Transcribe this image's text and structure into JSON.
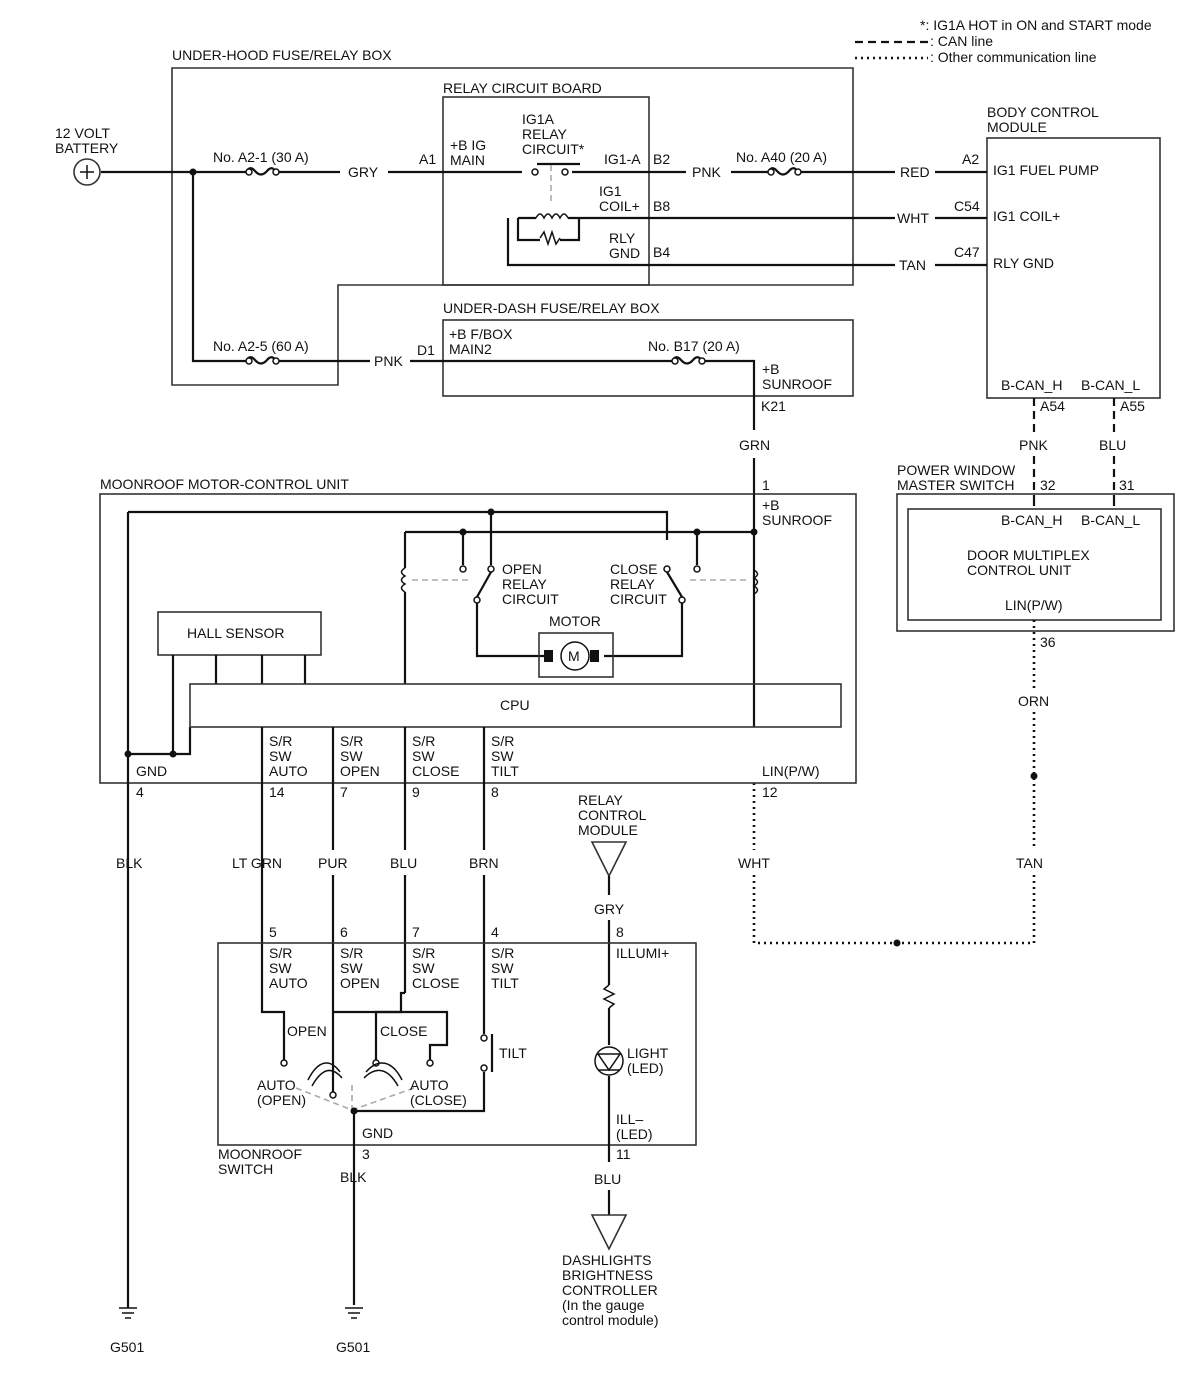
{
  "legend": {
    "ig1a_note": "*: IG1A HOT in ON and START mode",
    "can_line": ": CAN line",
    "other_line": ": Other communication line"
  },
  "battery": {
    "line1": "12 VOLT",
    "line2": "BATTERY"
  },
  "underhood": {
    "title": "UNDER-HOOD FUSE/RELAY BOX",
    "fuse_a2_1": "No. A2-1 (30 A)",
    "fuse_a2_5": "No. A2-5 (60 A)",
    "fuse_a40": "No. A40 (20 A)"
  },
  "relay_board": {
    "title": "RELAY CIRCUIT BOARD",
    "b_ig_main_1": "+B IG",
    "b_ig_main_2": "MAIN",
    "relay_1": "IG1A",
    "relay_2": "RELAY",
    "relay_3": "CIRCUIT*",
    "ig1a": "IG1-A",
    "ig1_coil_1": "IG1",
    "ig1_coil_2": "COIL+",
    "rly_gnd_1": "RLY",
    "rly_gnd_2": "GND",
    "pin_a1": "A1",
    "pin_b2": "B2",
    "pin_b8": "B8",
    "pin_b4": "B4"
  },
  "bcm": {
    "title1": "BODY CONTROL",
    "title2": "MODULE",
    "ig1_fuel_pump": "IG1 FUEL PUMP",
    "ig1_coil": "IG1 COIL+",
    "rly_gnd": "RLY GND",
    "pin_a2": "A2",
    "pin_c54": "C54",
    "pin_c47": "C47",
    "bcan_h": "B-CAN_H",
    "bcan_l": "B-CAN_L",
    "pin_a54": "A54",
    "pin_a55": "A55"
  },
  "underdash": {
    "title": "UNDER-DASH FUSE/RELAY BOX",
    "main2_1": "+B F/BOX",
    "main2_2": "MAIN2",
    "fuse_b17": "No. B17 (20 A)",
    "sunroof_1": "+B",
    "sunroof_2": "SUNROOF",
    "pin_d1": "D1",
    "pin_k21": "K21"
  },
  "wires": {
    "gry1": "GRY",
    "pnk1": "PNK",
    "red": "RED",
    "wht1": "WHT",
    "tan1": "TAN",
    "pnk2": "PNK",
    "grn": "GRN",
    "pnk3": "PNK",
    "blu1": "BLU",
    "orn": "ORN",
    "blk1": "BLK",
    "ltgrn": "LT GRN",
    "pur": "PUR",
    "blu2": "BLU",
    "brn": "BRN",
    "wht2": "WHT",
    "tan2": "TAN",
    "gry2": "GRY",
    "blk2": "BLK",
    "blu3": "BLU"
  },
  "pwms": {
    "title1": "POWER WINDOW",
    "title2": "MASTER SWITCH",
    "pin_32": "32",
    "pin_31": "31",
    "bcan_h": "B-CAN_H",
    "bcan_l": "B-CAN_L",
    "dmcu_1": "DOOR MULTIPLEX",
    "dmcu_2": "CONTROL UNIT",
    "lin": "LIN(P/W)",
    "pin_36": "36"
  },
  "mcu": {
    "title": "MOONROOF MOTOR-CONTROL UNIT",
    "pin_1": "1",
    "sunroof_1": "+B",
    "sunroof_2": "SUNROOF",
    "open_1": "OPEN",
    "open_2": "RELAY",
    "open_3": "CIRCUIT",
    "close_1": "CLOSE",
    "close_2": "RELAY",
    "close_3": "CIRCUIT",
    "motor": "MOTOR",
    "motor_symbol": "M",
    "hall": "HALL SENSOR",
    "cpu": "CPU",
    "gnd": "GND",
    "auto_1": "S/R",
    "auto_2": "SW",
    "auto_3": "AUTO",
    "sopen_1": "S/R",
    "sopen_2": "SW",
    "sopen_3": "OPEN",
    "sclose_1": "S/R",
    "sclose_2": "SW",
    "sclose_3": "CLOSE",
    "tilt_1": "S/R",
    "tilt_2": "SW",
    "tilt_3": "TILT",
    "lin": "LIN(P/W)",
    "pin_4": "4",
    "pin_14": "14",
    "pin_7": "7",
    "pin_9": "9",
    "pin_8": "8",
    "pin_12": "12"
  },
  "relay_ctrl": {
    "line1": "RELAY",
    "line2": "CONTROL",
    "line3": "MODULE"
  },
  "switch": {
    "title1": "MOONROOF",
    "title2": "SWITCH",
    "pin_5": "5",
    "pin_6": "6",
    "pin_7": "7",
    "pin_4": "4",
    "pin_8": "8",
    "pin_3": "3",
    "pin_11": "11",
    "auto_1": "S/R",
    "auto_2": "SW",
    "auto_3": "AUTO",
    "open_1": "S/R",
    "open_2": "SW",
    "open_3": "OPEN",
    "close_1": "S/R",
    "close_2": "SW",
    "close_3": "CLOSE",
    "tilt_1": "S/R",
    "tilt_2": "SW",
    "tilt_3": "TILT",
    "illumi": "ILLUMI+",
    "open": "OPEN",
    "close": "CLOSE",
    "tilt": "TILT",
    "auto_open_1": "AUTO",
    "auto_open_2": "(OPEN)",
    "auto_close_1": "AUTO",
    "auto_close_2": "(CLOSE)",
    "light_1": "LIGHT",
    "light_2": "(LED)",
    "ill_1": "ILL–",
    "ill_2": "(LED)",
    "gnd": "GND"
  },
  "dashlights": {
    "line1": "DASHLIGHTS",
    "line2": "BRIGHTNESS",
    "line3": "CONTROLLER",
    "line4": "(In the gauge",
    "line5": "control module)"
  },
  "grounds": {
    "g1": "G501",
    "g2": "G501"
  }
}
